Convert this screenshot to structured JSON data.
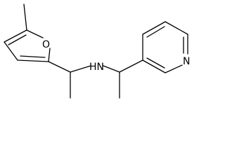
{
  "diagram": {
    "type": "skeletal-structure",
    "atom_labels": {
      "furan_oxygen": "O",
      "amine": "HN",
      "pyridine_nitrogen": "N"
    },
    "colors": {
      "bond": "#000000",
      "label": "#000000",
      "background": "#ffffff"
    }
  }
}
